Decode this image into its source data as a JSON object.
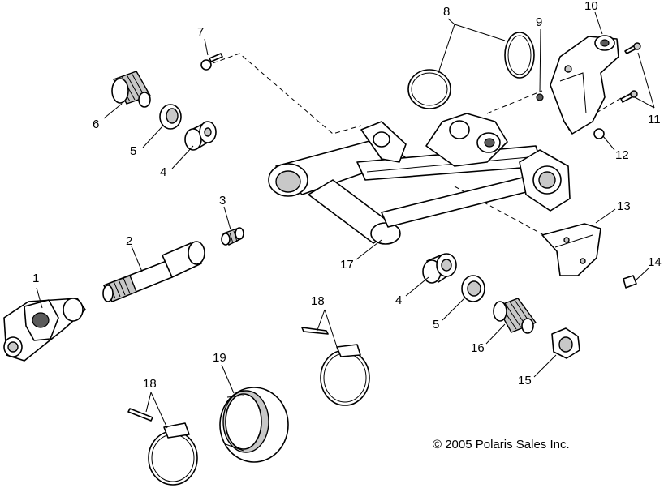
{
  "callouts": {
    "c1": "1",
    "c2": "2",
    "c3": "3",
    "c4a": "4",
    "c4b": "4",
    "c5a": "5",
    "c5b": "5",
    "c6": "6",
    "c7": "7",
    "c8": "8",
    "c9": "9",
    "c10": "10",
    "c11": "11",
    "c12": "12",
    "c13": "13",
    "c14": "14",
    "c15": "15",
    "c16": "16",
    "c17": "17",
    "c18a": "18",
    "c18b": "18",
    "c19": "19"
  },
  "copyright": "© 2005 Polaris Sales Inc."
}
